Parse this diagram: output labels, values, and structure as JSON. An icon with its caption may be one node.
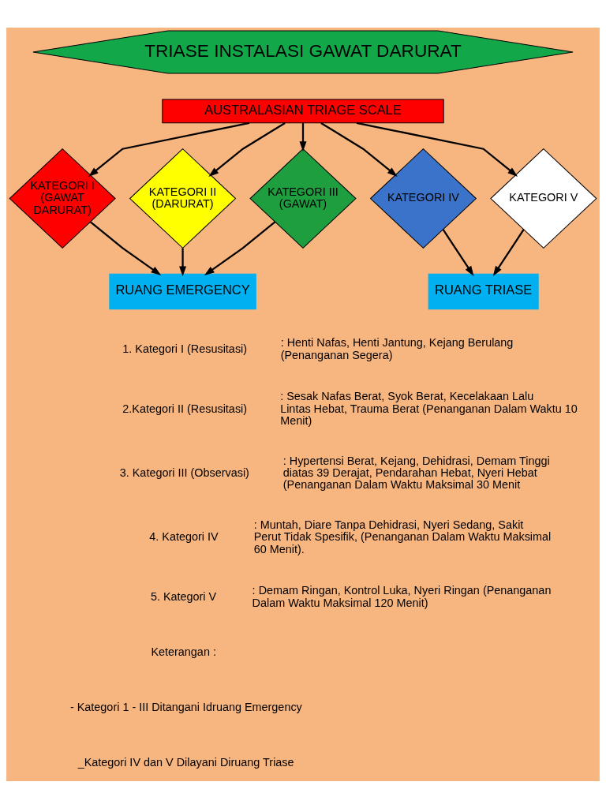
{
  "diagram": {
    "nodes": [
      {
        "text": [
          "TRIASE INSTALASI GAWAT DARURAT"
        ]
      },
      {
        "text": [
          "AUSTRALASIAN TRIAGE SCALE"
        ]
      },
      {
        "text": [
          "KATEGORI I (GAWAT DARURAT)"
        ]
      },
      {
        "text": [
          "KATEGORI II (DARURAT)"
        ]
      },
      {
        "text": [
          "KATEGORI III (GAWAT)"
        ]
      },
      {
        "text": [
          "KATEGORI IV"
        ]
      },
      {
        "text": [
          "KATEGORI V"
        ]
      },
      {
        "text": [
          "RUANG EMERGENCY"
        ]
      },
      {
        "text": [
          "RUANG TRIASE"
        ]
      }
    ],
    "edges": [
      {
        "from": 1,
        "to": 2,
        "arrow": "to"
      },
      {
        "from": 1,
        "to": 3,
        "arrow": "to"
      },
      {
        "from": 1,
        "to": 4,
        "arrow": "to"
      },
      {
        "from": 1,
        "to": 5,
        "arrow": "to"
      },
      {
        "from": 1,
        "to": 6,
        "arrow": "to"
      },
      {
        "from": 2,
        "to": 7,
        "arrow": "to"
      },
      {
        "from": 3,
        "to": 7,
        "arrow": "to"
      },
      {
        "from": 4,
        "to": 7,
        "arrow": "to"
      },
      {
        "from": 5,
        "to": 8,
        "arrow": "to"
      },
      {
        "from": 6,
        "to": 8,
        "arrow": "to"
      }
    ],
    "labels": [
      "1. Kategori I (Resusitasi)",
      ": Henti Nafas, Henti Jantung, Kejang Berulang (Penanganan Segera)",
      "2.Kategori II (Resusitasi)",
      ": Sesak Nafas Berat, Syok Berat, Kecelakaan Lalu Lintas Hebat, Trauma Berat (Penanganan Dalam Waktu 10 Menit)",
      "3. Kategori III (Observasi)",
      ": Hypertensi Berat, Kejang, Dehidrasi, Demam Tinggi diatas 39 Derajat, Pendarahan Hebat, Nyeri Hebat (Penanganan Dalam Waktu Maksimal 30 Menit",
      "4. Kategori IV",
      ": Muntah, Diare Tanpa Dehidrasi, Nyeri Sedang, Sakit Perut Tidak Spesifik, (Penanganan Dalam Waktu Maksimal 60 Menit).",
      "5. Kategori V",
      ": Demam Ringan, Kontrol Luka, Nyeri Ringan (Penanganan Dalam Waktu Maksimal 120 Menit)",
      "Keterangan :",
      "- Kategori 1 - III Ditangani Idruang Emergency",
      "_Kategori IV dan V Dilayani Diruang Triase"
    ]
  }
}
